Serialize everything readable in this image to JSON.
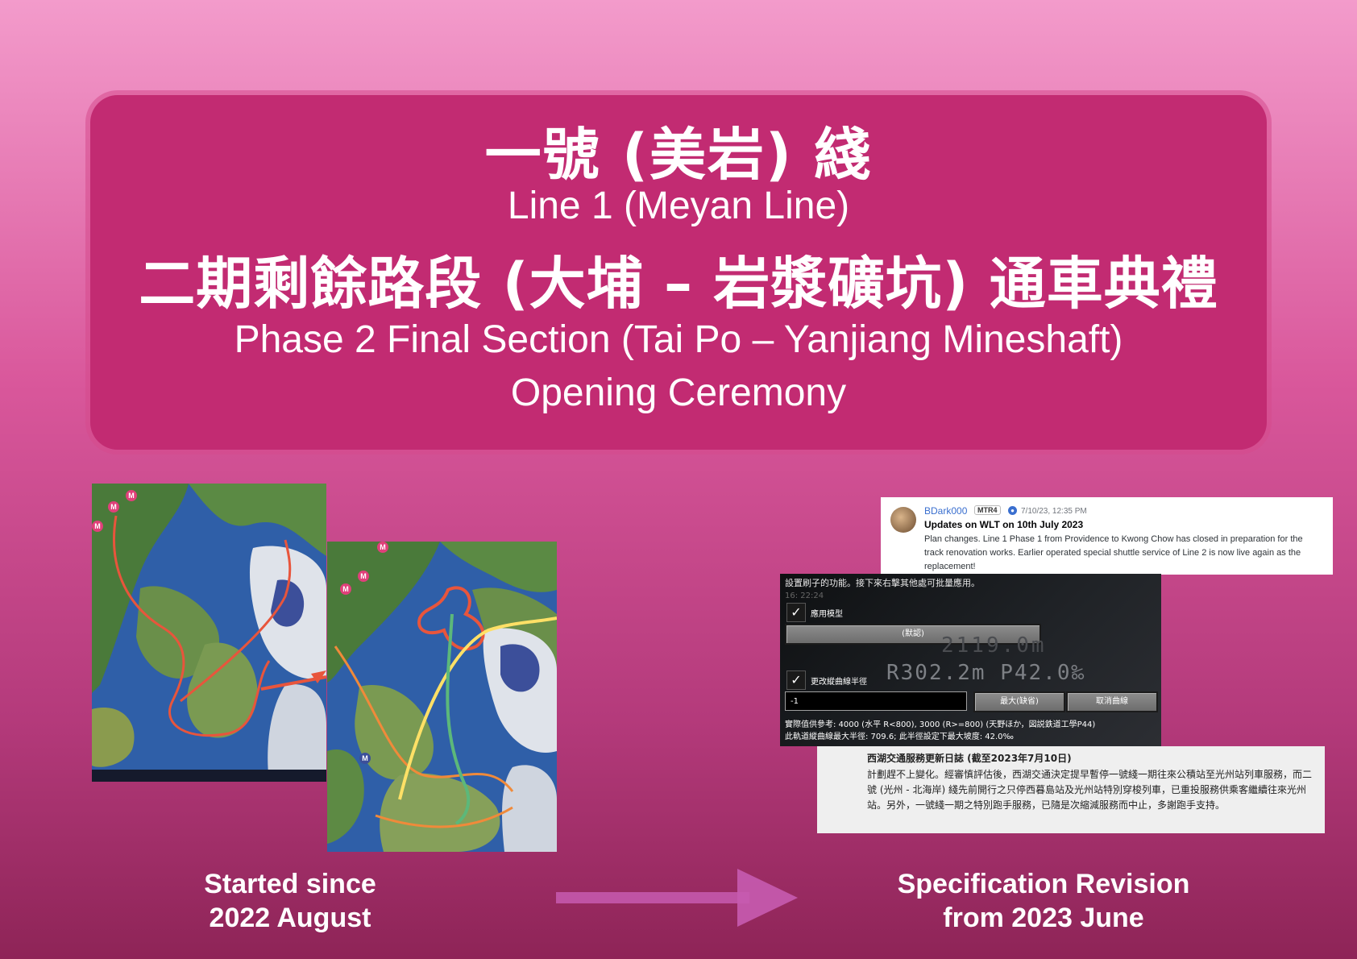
{
  "title": {
    "zh_line_name": "一號 (美岩) 綫",
    "en_line_name": "Line 1 (Meyan Line)",
    "zh_event": "二期剩餘路段 (大埔 – 岩漿礦坑) 通車典禮",
    "en_event_1": "Phase 2 Final Section (Tai Po – Yanjiang Mineshaft)",
    "en_event_2": "Opening Ceremony"
  },
  "captions": {
    "left_1": "Started since",
    "left_2": "2022 August",
    "right_1": "Specification Revision",
    "right_2": "from 2023 June"
  },
  "discord_post": {
    "author": "BDark000",
    "badge": "MTR4",
    "timestamp": "7/10/23, 12:35 PM",
    "heading": "Updates on WLT on 10th July 2023",
    "body": "Plan changes. Line 1 Phase 1 from Providence to Kwong Chow has closed in preparation for the track renovation works. Earlier operated special shuttle service of Line 2 is now live again as the replacement!"
  },
  "game_panel": {
    "top_text": "設置刷子的功能。接下來右擊其他處可批量應用。",
    "faded_time": "16: 22:24",
    "checkbox_1_label": "應用模型",
    "default_button": "(默認)",
    "ghost_distance": "2119.0m",
    "radius_readout": "R302.2m P42.0‰",
    "checkbox_2_label": "更改縱曲線半徑",
    "input_value": "-1",
    "max_button": "最大(缺省)",
    "cancel_button": "取消曲線",
    "note_1": "實際值供參考: 4000 (水平 R<800), 3000 (R>=800) (天野ほか，図説鉄道工學P44)",
    "note_2": "此軌道縱曲線最大半徑: 709.6; 此半徑設定下最大坡度: 42.0‰"
  },
  "notice": {
    "heading": "西湖交通服務更新日誌 (截至2023年7月10日)",
    "body": "計劃趕不上變化。經審慎評估後，西湖交通決定提早暫停一號綫一期往來公積站至光州站列車服務，而二號 (光州 - 北海岸) 綫先前開行之只停西暮島站及光州站特別穿梭列車，已重投服務供乘客繼續往來光州站。另外，一號綫一期之特別跑手服務，已隨是次縮減服務而中止，多謝跑手支持。"
  },
  "map_markers": [
    "M",
    "M",
    "M",
    "M",
    "M",
    "M",
    "M"
  ],
  "colors": {
    "title_card": "#c22b72",
    "route_red": "#e8553c",
    "route_orange": "#f08a3a",
    "route_yellow": "#ffe066",
    "route_green": "#5cb87a",
    "arrow": "#c75bb0"
  }
}
